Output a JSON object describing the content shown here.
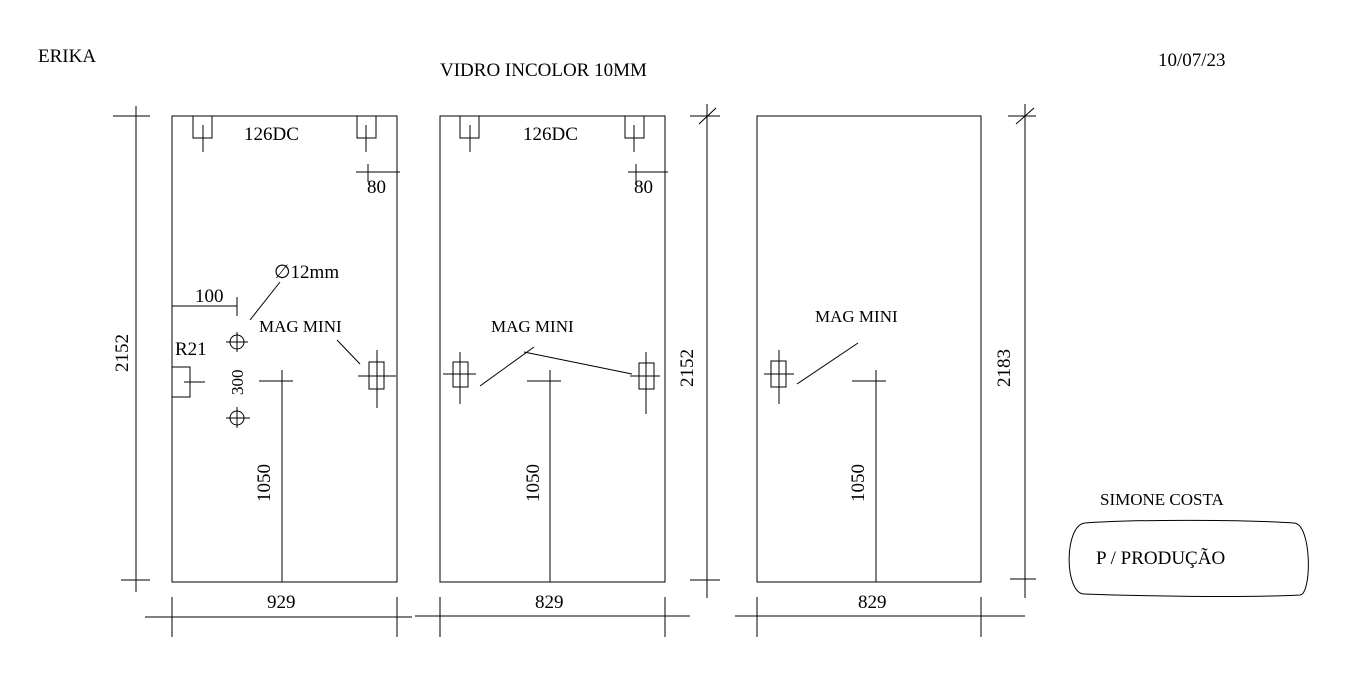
{
  "header": {
    "client": "ERIKA",
    "title": "VIDRO INCOLOR 10MM",
    "date": "10/07/23"
  },
  "panel1": {
    "hardware_top": "126DC",
    "dim_80": "80",
    "hole_diameter": "∅12mm",
    "dim_100": "100",
    "lock_label": "MAG MINI",
    "radius": "R21",
    "dim_300": "300",
    "height_label": "1050",
    "width": "929",
    "height": "2152"
  },
  "panel2": {
    "hardware_top": "126DC",
    "dim_80": "80",
    "lock_label": "MAG MINI",
    "height_label": "1050",
    "width": "829",
    "height": "2152"
  },
  "panel3": {
    "lock_label": "MAG MINI",
    "height_label": "1050",
    "width": "829",
    "height": "2183"
  },
  "footer": {
    "author": "SIMONE COSTA",
    "stamp": "P / PRODUÇÃO"
  }
}
